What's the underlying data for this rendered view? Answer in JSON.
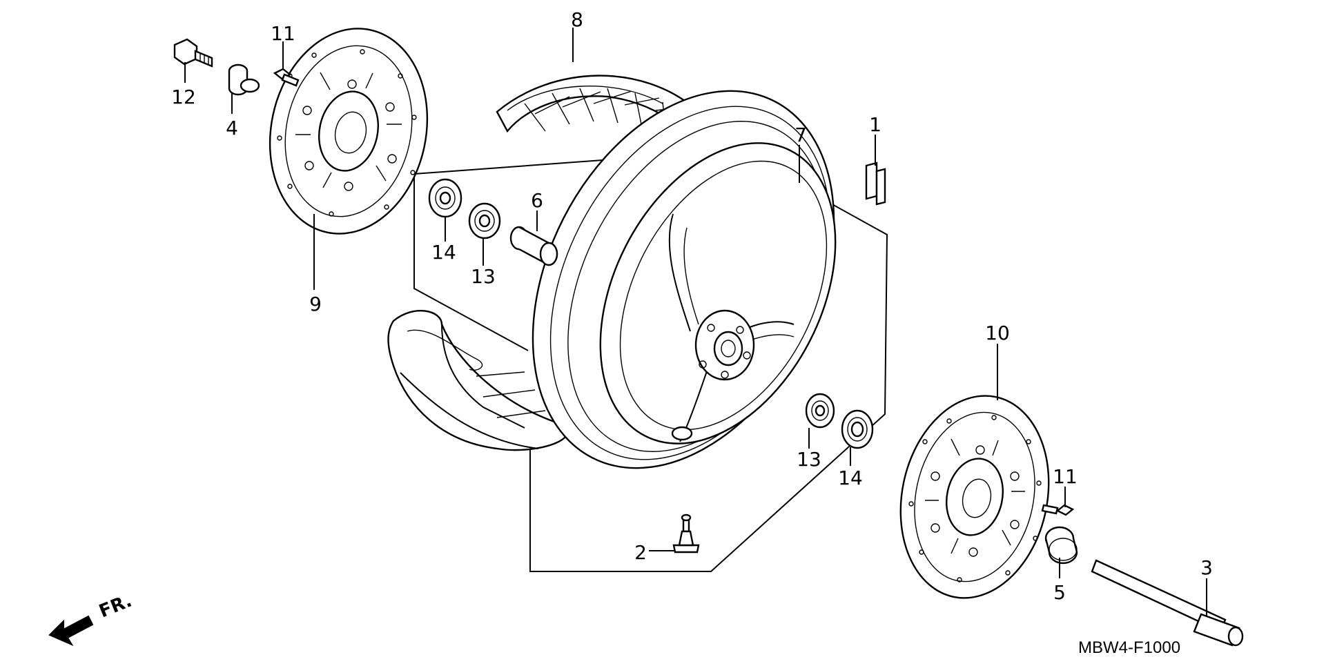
{
  "diagram": {
    "callouts": [
      {
        "id": "c1",
        "label": "1"
      },
      {
        "id": "c2",
        "label": "2"
      },
      {
        "id": "c3",
        "label": "3"
      },
      {
        "id": "c4",
        "label": "4"
      },
      {
        "id": "c5",
        "label": "5"
      },
      {
        "id": "c6",
        "label": "6"
      },
      {
        "id": "c7",
        "label": "7"
      },
      {
        "id": "c8",
        "label": "8"
      },
      {
        "id": "c9",
        "label": "9"
      },
      {
        "id": "c10",
        "label": "10"
      },
      {
        "id": "c11a",
        "label": "11"
      },
      {
        "id": "c11b",
        "label": "11"
      },
      {
        "id": "c12",
        "label": "12"
      },
      {
        "id": "c13a",
        "label": "13"
      },
      {
        "id": "c13b",
        "label": "13"
      },
      {
        "id": "c14a",
        "label": "14"
      },
      {
        "id": "c14b",
        "label": "14"
      }
    ],
    "direction_label": "FR.",
    "drawing_code": "MBW4-F1000"
  }
}
